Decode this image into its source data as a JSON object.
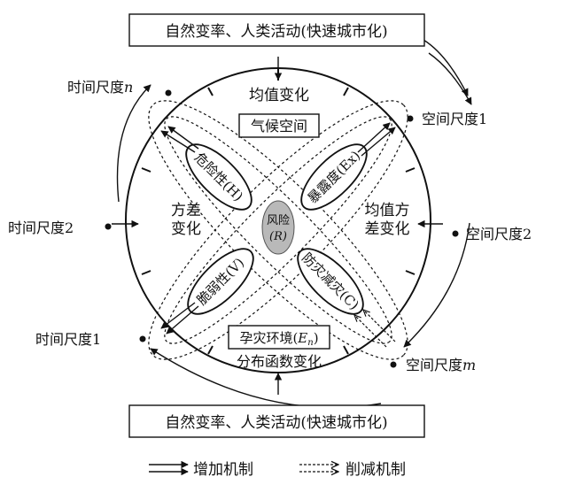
{
  "top_box": "自然变率、人类活动(快速城市化)",
  "bottom_box": "自然变率、人类活动(快速城市化)",
  "time_scale_n": "时间尺度",
  "time_scale_n_var": "n",
  "time_scale_2": "时间尺度2",
  "time_scale_1": "时间尺度1",
  "space_scale_1": "空间尺度1",
  "space_scale_2": "空间尺度2",
  "space_scale_m": "空间尺度",
  "space_scale_m_var": "m",
  "mean_change": "均值变化",
  "climate_space": "气候空间",
  "variance_change_l1": "方差",
  "variance_change_l2": "变化",
  "mean_variance_l1": "均值方",
  "mean_variance_l2": "差变化",
  "hazard_env": "孕灾环境(",
  "hazard_env_var": "E",
  "hazard_env_sub": "n",
  "hazard_env_close": ")",
  "distribution_change": "分布函数变化",
  "risk_l1": "风险",
  "risk_l2": "(R)",
  "hazard": "危险性(H)",
  "exposure": "暴露度(Ex)",
  "vulnerability": "脆弱性(V)",
  "mitigation": "防灾减灾(C)",
  "legend_increase": "增加机制",
  "legend_decrease": "削减机制"
}
